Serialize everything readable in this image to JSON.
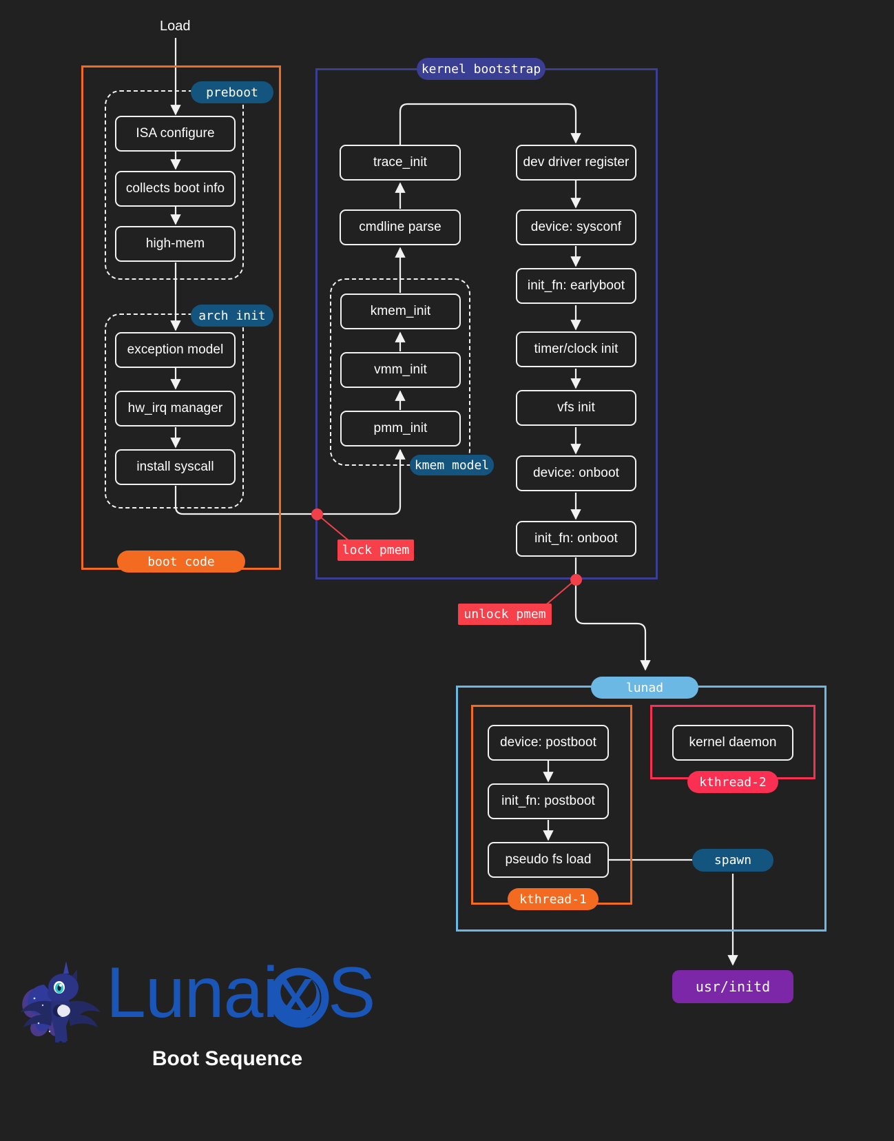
{
  "diagram": {
    "entry_label": "Load",
    "title": "Boot Sequence",
    "logo_text": "LunaixOS"
  },
  "clusters": {
    "boot_code": {
      "label": "boot code",
      "color": "#f26b21"
    },
    "kernel_bootstrap": {
      "label": "kernel bootstrap",
      "color": "#3b3f94"
    },
    "preboot": {
      "label": "preboot"
    },
    "arch_init": {
      "label": "arch init"
    },
    "kmem_model": {
      "label": "kmem model"
    },
    "lunad": {
      "label": "lunad",
      "color": "#6cb8e4"
    },
    "kthread_1": {
      "label": "kthread-1",
      "color": "#f26b21"
    },
    "kthread_2": {
      "label": "kthread-2",
      "color": "#fb2f52"
    }
  },
  "nodes": {
    "isa_configure": "ISA configure",
    "collects_boot_info": "collects boot info",
    "high_mem": "high-mem",
    "exception_model": "exception model",
    "hw_irq_manager": "hw_irq manager",
    "install_syscall": "install syscall",
    "trace_init": "trace_init",
    "cmdline_parse": "cmdline parse",
    "kmem_init": "kmem_init",
    "vmm_init": "vmm_init",
    "pmm_init": "pmm_init",
    "dev_driver_register": "dev driver register",
    "device_sysconf": "device: sysconf",
    "init_fn_earlyboot": "init_fn: earlyboot",
    "timer_clock_init": "timer/clock init",
    "vfs_init": "vfs init",
    "device_onboot": "device: onboot",
    "init_fn_onboot": "init_fn: onboot",
    "device_postboot": "device: postboot",
    "init_fn_postboot": "init_fn: postboot",
    "pseudo_fs_load": "pseudo fs load",
    "kernel_daemon": "kernel daemon"
  },
  "annotations": {
    "lock_pmem": "lock pmem",
    "unlock_pmem": "unlock pmem",
    "spawn": "spawn",
    "usr_initd": "usr/initd"
  },
  "colors": {
    "background": "#212121",
    "stroke": "#f2f2f2",
    "marker_red": "#f0414b",
    "tag_blue": "#14557f",
    "tag_navy": "#3b3f94",
    "tag_orange": "#f26b21",
    "tag_red": "#f7404a",
    "tag_pink": "#fb2f52",
    "tag_sky": "#6cb8e4",
    "tag_purple": "#7b27a8",
    "logo_blue": "#1a56b8"
  }
}
